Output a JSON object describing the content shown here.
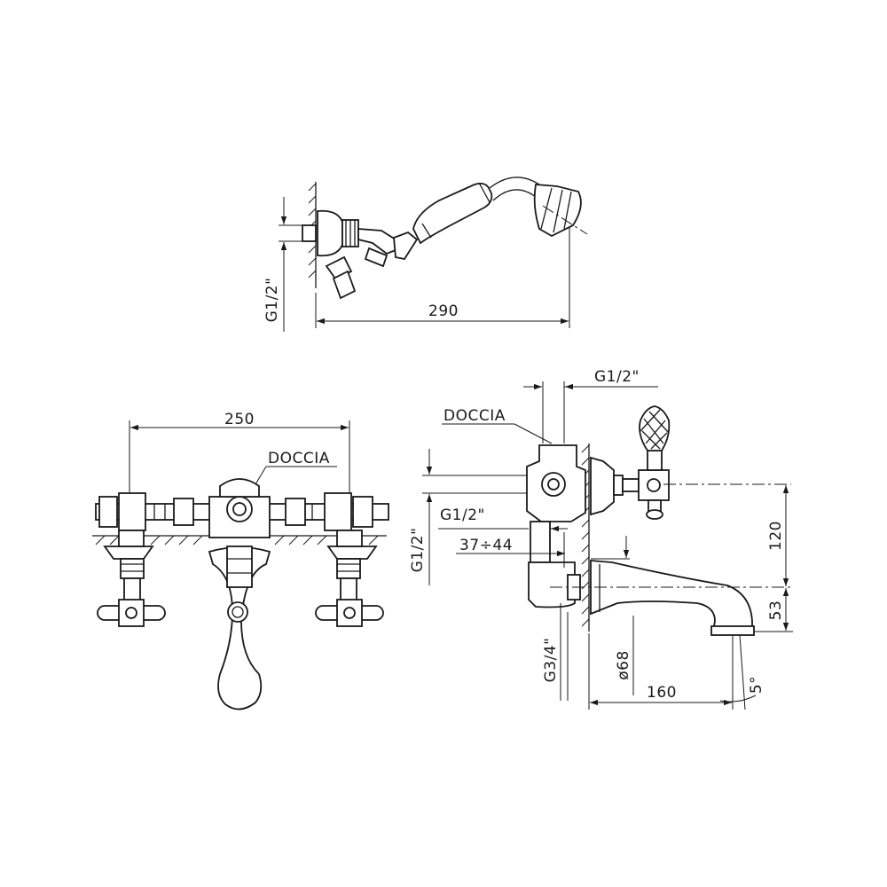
{
  "handshower": {
    "dim_width": "290",
    "dim_thread": "G1/2\""
  },
  "front_view": {
    "dim_width": "250",
    "label_shower": "DOCCIA"
  },
  "side_view": {
    "label_shower": "DOCCIA",
    "dim_top_thread": "G1/2\"",
    "dim_inner_thread": "G1/2\"",
    "dim_left_thread": "G1/2\"",
    "dim_adjust": "37÷44",
    "dim_bottom_thread": "G3/4\"",
    "dim_rosette": "ø68",
    "dim_spout_length": "160",
    "dim_height": "120",
    "dim_spout_drop": "53",
    "dim_angle": "5°"
  },
  "colors": {
    "line": "#1a1a1a",
    "background": "#ffffff"
  }
}
